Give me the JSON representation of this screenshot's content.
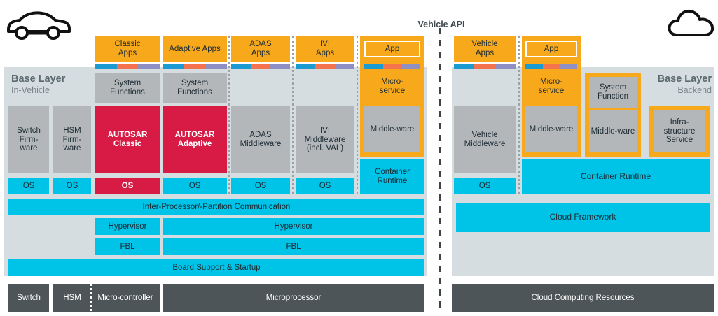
{
  "diagram": {
    "title_api": "Vehicle API",
    "icons": {
      "left": "car-icon",
      "right": "cloud-icon"
    },
    "colors": {
      "panel": "#d5dde0",
      "orange": "#f7a81b",
      "gray": "#b3b7ba",
      "red": "#d81b45",
      "cyan": "#00c3e8",
      "hardware": "#4d5558",
      "bar_teal": "#1b9bd1",
      "bar_salmon": "#f4734f",
      "bar_purple": "#8f8fc4"
    }
  },
  "vehicle": {
    "layer_title": "Base Layer",
    "layer_sub": "In-Vehicle",
    "apps": [
      {
        "label": "Classic Apps"
      },
      {
        "label": "Adaptive Apps"
      },
      {
        "label": "ADAS Apps"
      },
      {
        "label": "IVI Apps"
      },
      {
        "label": "App"
      }
    ],
    "system_functions": [
      {
        "label": "System Functions"
      },
      {
        "label": "System Functions"
      }
    ],
    "firmware": [
      {
        "label": "Switch Firm-ware"
      },
      {
        "label": "HSM Firm-ware"
      }
    ],
    "middleware": [
      {
        "label": "AUTOSAR Classic"
      },
      {
        "label": "AUTOSAR Adaptive"
      },
      {
        "label": "ADAS Middleware"
      },
      {
        "label": "IVI Middleware (incl. VAL)"
      }
    ],
    "microservice": {
      "label": "Micro-service",
      "middleware_label": "Middle-ware"
    },
    "os_row": [
      "OS",
      "OS",
      "OS",
      "OS",
      "OS",
      "OS"
    ],
    "container_runtime": "Container Runtime",
    "ipc": "Inter-Processor/-Partition Communication",
    "hypervisor": [
      "Hypervisor",
      "Hypervisor"
    ],
    "fbl": [
      "FBL",
      "FBL"
    ],
    "board_support": "Board Support & Startup",
    "hardware": [
      {
        "label": "Switch"
      },
      {
        "label": "HSM"
      },
      {
        "label": "Micro-controller"
      },
      {
        "label": "Microprocessor"
      }
    ]
  },
  "backend": {
    "layer_title": "Base Layer",
    "layer_sub": "Backend",
    "vehicle_apps": "Vehicle Apps",
    "vehicle_middleware": "Vehicle Middleware",
    "vehicle_os": "OS",
    "app": "App",
    "microservice": {
      "label": "Micro-service",
      "middleware_label": "Middle-ware"
    },
    "system_function": {
      "label": "System Function",
      "middleware_label": "Middle-ware"
    },
    "infrastructure_service": "Infra-structure Service",
    "container_runtime": "Container Runtime",
    "cloud_framework": "Cloud Framework",
    "hardware": "Cloud Computing Resources"
  },
  "text_fragments": {
    "switch_fw_l1": "Switch",
    "switch_fw_l2": "Firm-",
    "switch_fw_l3": "ware",
    "hsm_fw_l1": "HSM",
    "hsm_fw_l2": "Firm-",
    "hsm_fw_l3": "ware",
    "autosar": "AUTOSAR",
    "classic": "Classic",
    "adaptive": "Adaptive",
    "adas_l1": "ADAS",
    "adas_l2": "Middleware",
    "ivi_l1": "IVI",
    "ivi_l2": "Middleware",
    "ivi_l3": "(incl. VAL)",
    "classic_apps_l1": "Classic",
    "classic_apps_l2": "Apps",
    "adaptive_apps": "Adaptive Apps",
    "adas_apps_l1": "ADAS",
    "adas_apps_l2": "Apps",
    "ivi_apps_l1": "IVI",
    "ivi_apps_l2": "Apps",
    "sysfn_l1": "System",
    "sysfn_l2": "Functions",
    "sysfn_be_l1": "System",
    "sysfn_be_l2": "Function",
    "micro_l1": "Micro-",
    "micro_l2": "service",
    "container_l1": "Container",
    "container_l2": "Runtime",
    "veh_apps_l1": "Vehicle",
    "veh_apps_l2": "Apps",
    "veh_mw_l1": "Vehicle",
    "veh_mw_l2": "Middleware",
    "infra_l1": "Infra-",
    "infra_l2": "structure",
    "infra_l3": "Service"
  }
}
